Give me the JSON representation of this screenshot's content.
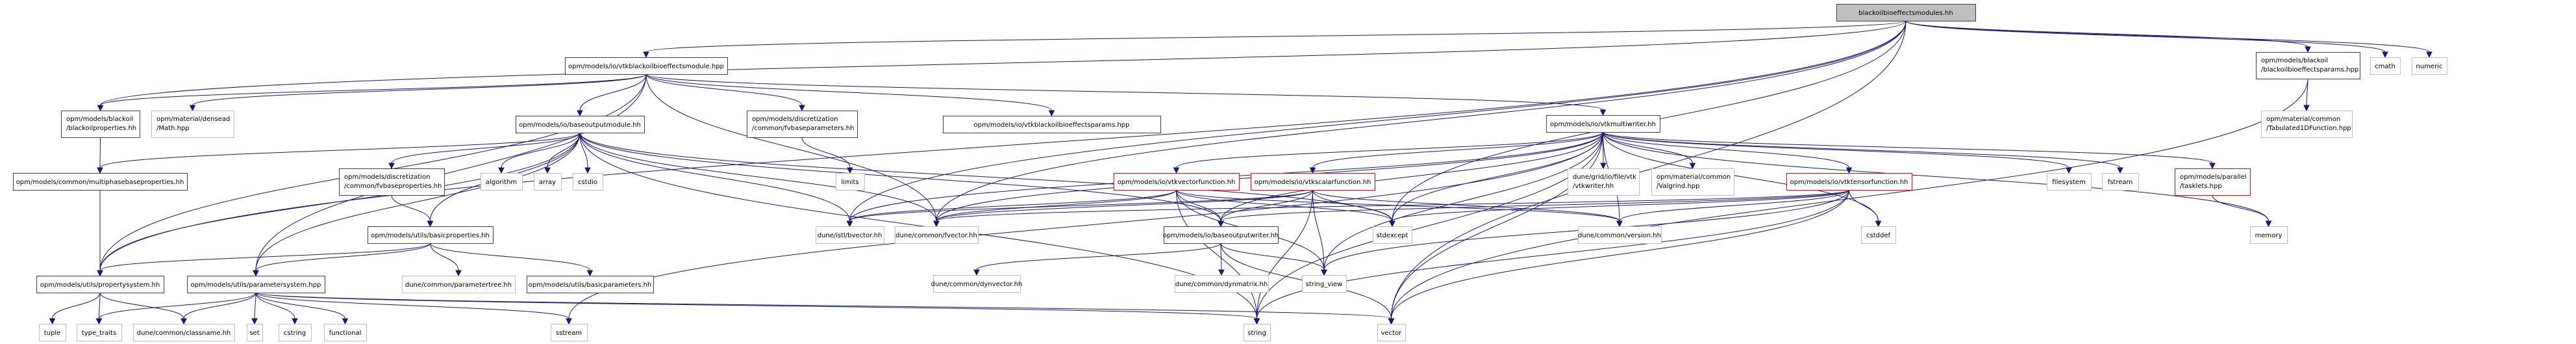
{
  "title": "blackoilbioeffectsmodules.hh",
  "colors": {
    "edge": "#191970",
    "root_fill": "#bfbfbf",
    "local_border": "#404040",
    "system_border": "#bfbfbf",
    "incomplete_border": "#ff0000"
  },
  "nodes": [
    {
      "id": "root",
      "label": "blackoilbioeffectsmodules.hh",
      "kind": "root"
    },
    {
      "id": "vtkbiomod",
      "label": "opm/models/io/vtkblackoilbioeffectsmodule.hpp",
      "kind": "local"
    },
    {
      "id": "cmath",
      "label": "cmath",
      "kind": "system"
    },
    {
      "id": "numeric",
      "label": "numeric",
      "kind": "system"
    },
    {
      "id": "bioparams",
      "label": "opm/models/blackoil\n/blackoilbioeffectsparams.hpp",
      "kind": "local"
    },
    {
      "id": "tab1d",
      "label": "opm/material/common\n/Tabulated1DFunction.hpp",
      "kind": "system"
    },
    {
      "id": "blackoilprops",
      "label": "opm/models/blackoil\n/blackoilproperties.hh",
      "kind": "local"
    },
    {
      "id": "densead",
      "label": "opm/material/densead\n/Math.hpp",
      "kind": "system"
    },
    {
      "id": "baseoutmod",
      "label": "opm/models/io/baseoutputmodule.hh",
      "kind": "local"
    },
    {
      "id": "fvbaseparams",
      "label": "opm/models/discretization\n/common/fvbaseparameters.hh",
      "kind": "local"
    },
    {
      "id": "vtkbioparams",
      "label": "opm/models/io/vtkblackoilbioeffectsparams.hpp",
      "kind": "local"
    },
    {
      "id": "vtkmulti",
      "label": "opm/models/io/vtkmultiwriter.hh",
      "kind": "local"
    },
    {
      "id": "multiphase",
      "label": "opm/models/common/multiphasebaseproperties.hh",
      "kind": "local"
    },
    {
      "id": "fvbaseprops",
      "label": "opm/models/discretization\n/common/fvbaseproperties.hh",
      "kind": "local"
    },
    {
      "id": "algorithm",
      "label": "algorithm",
      "kind": "system"
    },
    {
      "id": "array",
      "label": "array",
      "kind": "system"
    },
    {
      "id": "cstdio",
      "label": "cstdio",
      "kind": "system"
    },
    {
      "id": "limits",
      "label": "limits",
      "kind": "system"
    },
    {
      "id": "vtkvector",
      "label": "opm/models/io/vtkvectorfunction.hh",
      "kind": "incomplete"
    },
    {
      "id": "vtkscalar",
      "label": "opm/models/io/vtkscalarfunction.hh",
      "kind": "incomplete"
    },
    {
      "id": "vtkwriter",
      "label": "dune/grid/io/file/vtk\n/vtkwriter.hh",
      "kind": "system"
    },
    {
      "id": "valgrind",
      "label": "opm/material/common\n/Valgrind.hpp",
      "kind": "system"
    },
    {
      "id": "vtktensor",
      "label": "opm/models/io/vtktensorfunction.hh",
      "kind": "incomplete"
    },
    {
      "id": "filesystem",
      "label": "filesystem",
      "kind": "system"
    },
    {
      "id": "fstream",
      "label": "fstream",
      "kind": "system"
    },
    {
      "id": "tasklets",
      "label": "opm/models/parallel\n/tasklets.hpp",
      "kind": "incomplete"
    },
    {
      "id": "memory",
      "label": "memory",
      "kind": "system"
    },
    {
      "id": "basicprops",
      "label": "opm/models/utils/basicproperties.hh",
      "kind": "local"
    },
    {
      "id": "bvector",
      "label": "dune/istl/bvector.hh",
      "kind": "system"
    },
    {
      "id": "fvector",
      "label": "dune/common/fvector.hh",
      "kind": "system"
    },
    {
      "id": "baseoutwriter",
      "label": "opm/models/io/baseoutputwriter.hh",
      "kind": "local"
    },
    {
      "id": "stdexcept",
      "label": "stdexcept",
      "kind": "system"
    },
    {
      "id": "version",
      "label": "dune/common/version.hh",
      "kind": "system"
    },
    {
      "id": "cstddef",
      "label": "cstddef",
      "kind": "system"
    },
    {
      "id": "propsys",
      "label": "opm/models/utils/propertysystem.hh",
      "kind": "local"
    },
    {
      "id": "paramsys",
      "label": "opm/models/utils/parametersystem.hpp",
      "kind": "local"
    },
    {
      "id": "paramtree",
      "label": "dune/common/parametertree.hh",
      "kind": "system"
    },
    {
      "id": "basicparams",
      "label": "opm/models/utils/basicparameters.hh",
      "kind": "local"
    },
    {
      "id": "dynvector",
      "label": "dune/common/dynvector.hh",
      "kind": "system"
    },
    {
      "id": "dynmatrix",
      "label": "dune/common/dynmatrix.hh",
      "kind": "system"
    },
    {
      "id": "string_view",
      "label": "string_view",
      "kind": "system"
    },
    {
      "id": "tuple",
      "label": "tuple",
      "kind": "system"
    },
    {
      "id": "type_traits",
      "label": "type_traits",
      "kind": "system"
    },
    {
      "id": "classname",
      "label": "dune/common/classname.hh",
      "kind": "system"
    },
    {
      "id": "set",
      "label": "set",
      "kind": "system"
    },
    {
      "id": "cstring",
      "label": "cstring",
      "kind": "system"
    },
    {
      "id": "functional",
      "label": "functional",
      "kind": "system"
    },
    {
      "id": "sstream",
      "label": "sstream",
      "kind": "system"
    },
    {
      "id": "string",
      "label": "string",
      "kind": "system"
    },
    {
      "id": "vector",
      "label": "vector",
      "kind": "system"
    }
  ],
  "edges": [
    [
      "root",
      "vtkbiomod"
    ],
    [
      "root",
      "cmath"
    ],
    [
      "root",
      "numeric"
    ],
    [
      "root",
      "bioparams"
    ],
    [
      "root",
      "blackoilprops"
    ],
    [
      "root",
      "propsys"
    ],
    [
      "root",
      "stdexcept"
    ],
    [
      "root",
      "bvector"
    ],
    [
      "root",
      "fvector"
    ],
    [
      "root",
      "vector"
    ],
    [
      "bioparams",
      "tab1d"
    ],
    [
      "bioparams",
      "vector"
    ],
    [
      "vtkbiomod",
      "blackoilprops"
    ],
    [
      "vtkbiomod",
      "densead"
    ],
    [
      "vtkbiomod",
      "baseoutmod"
    ],
    [
      "vtkbiomod",
      "fvbaseparams"
    ],
    [
      "vtkbiomod",
      "vtkbioparams"
    ],
    [
      "vtkbiomod",
      "vtkmulti"
    ],
    [
      "vtkbiomod",
      "propsys"
    ],
    [
      "vtkbiomod",
      "paramsys"
    ],
    [
      "vtkbiomod",
      "fvector"
    ],
    [
      "blackoilprops",
      "multiphase"
    ],
    [
      "multiphase",
      "propsys"
    ],
    [
      "fvbaseparams",
      "limits"
    ],
    [
      "baseoutmod",
      "multiphase"
    ],
    [
      "baseoutmod",
      "fvbaseprops"
    ],
    [
      "baseoutmod",
      "algorithm"
    ],
    [
      "baseoutmod",
      "array"
    ],
    [
      "baseoutmod",
      "cstdio"
    ],
    [
      "baseoutmod",
      "basicprops"
    ],
    [
      "baseoutmod",
      "propsys"
    ],
    [
      "baseoutmod",
      "paramsys"
    ],
    [
      "baseoutmod",
      "bvector"
    ],
    [
      "baseoutmod",
      "fvector"
    ],
    [
      "baseoutmod",
      "baseoutwriter"
    ],
    [
      "baseoutmod",
      "stdexcept"
    ],
    [
      "baseoutmod",
      "string"
    ],
    [
      "fvbaseprops",
      "basicprops"
    ],
    [
      "basicprops",
      "propsys"
    ],
    [
      "basicprops",
      "paramsys"
    ],
    [
      "basicprops",
      "paramtree"
    ],
    [
      "basicprops",
      "basicparams"
    ],
    [
      "propsys",
      "tuple"
    ],
    [
      "propsys",
      "type_traits"
    ],
    [
      "propsys",
      "classname"
    ],
    [
      "paramsys",
      "type_traits"
    ],
    [
      "paramsys",
      "classname"
    ],
    [
      "paramsys",
      "set"
    ],
    [
      "paramsys",
      "cstring"
    ],
    [
      "paramsys",
      "functional"
    ],
    [
      "paramsys",
      "sstream"
    ],
    [
      "paramsys",
      "string"
    ],
    [
      "paramsys",
      "vector"
    ],
    [
      "vtkmulti",
      "vtkvector"
    ],
    [
      "vtkmulti",
      "vtkscalar"
    ],
    [
      "vtkmulti",
      "vtktensor"
    ],
    [
      "vtkmulti",
      "vtkwriter"
    ],
    [
      "vtkmulti",
      "valgrind"
    ],
    [
      "vtkmulti",
      "filesystem"
    ],
    [
      "vtkmulti",
      "fstream"
    ],
    [
      "vtkmulti",
      "tasklets"
    ],
    [
      "vtkmulti",
      "memory"
    ],
    [
      "vtkmulti",
      "cstddef"
    ],
    [
      "vtkmulti",
      "version"
    ],
    [
      "vtkmulti",
      "stdexcept"
    ],
    [
      "vtkmulti",
      "string_view"
    ],
    [
      "vtkmulti",
      "baseoutwriter"
    ],
    [
      "vtkmulti",
      "bvector"
    ],
    [
      "vtkmulti",
      "fvector"
    ],
    [
      "vtkmulti",
      "sstream"
    ],
    [
      "vtkmulti",
      "string"
    ],
    [
      "vtkmulti",
      "vector"
    ],
    [
      "vtkvector",
      "baseoutwriter"
    ],
    [
      "vtkvector",
      "fvector"
    ],
    [
      "vtkvector",
      "bvector"
    ],
    [
      "vtkvector",
      "stdexcept"
    ],
    [
      "vtkvector",
      "string_view"
    ],
    [
      "vtkvector",
      "string"
    ],
    [
      "vtkvector",
      "version"
    ],
    [
      "vtkscalar",
      "baseoutwriter"
    ],
    [
      "vtkscalar",
      "fvector"
    ],
    [
      "vtkscalar",
      "bvector"
    ],
    [
      "vtkscalar",
      "stdexcept"
    ],
    [
      "vtkscalar",
      "string_view"
    ],
    [
      "vtkscalar",
      "string"
    ],
    [
      "vtkscalar",
      "version"
    ],
    [
      "vtktensor",
      "baseoutwriter"
    ],
    [
      "vtktensor",
      "fvector"
    ],
    [
      "vtktensor",
      "cstddef"
    ],
    [
      "vtktensor",
      "stdexcept"
    ],
    [
      "vtktensor",
      "string_view"
    ],
    [
      "vtktensor",
      "string"
    ],
    [
      "vtktensor",
      "version"
    ],
    [
      "vtktensor",
      "vector"
    ],
    [
      "tasklets",
      "memory"
    ],
    [
      "baseoutwriter",
      "dynvector"
    ],
    [
      "baseoutwriter",
      "dynmatrix"
    ],
    [
      "baseoutwriter",
      "string_view"
    ],
    [
      "baseoutwriter",
      "vector"
    ]
  ]
}
